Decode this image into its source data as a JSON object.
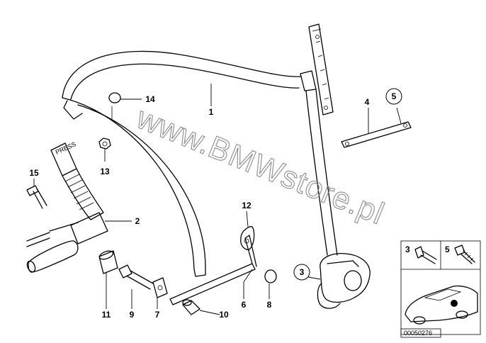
{
  "watermark": "www.BMWstore.pl",
  "reference": "00050276",
  "buckle_text": "PRESS",
  "callouts": [
    {
      "id": "c1",
      "label": "1",
      "circled": false
    },
    {
      "id": "c2",
      "label": "2",
      "circled": false
    },
    {
      "id": "c3",
      "label": "3",
      "circled": true
    },
    {
      "id": "c4",
      "label": "4",
      "circled": false
    },
    {
      "id": "c5",
      "label": "5",
      "circled": true
    },
    {
      "id": "c6",
      "label": "6",
      "circled": false
    },
    {
      "id": "c7",
      "label": "7",
      "circled": false
    },
    {
      "id": "c8",
      "label": "8",
      "circled": false
    },
    {
      "id": "c9",
      "label": "9",
      "circled": false
    },
    {
      "id": "c10",
      "label": "10",
      "circled": false
    },
    {
      "id": "c11",
      "label": "11",
      "circled": false
    },
    {
      "id": "c12",
      "label": "12",
      "circled": false
    },
    {
      "id": "c13",
      "label": "13",
      "circled": false
    },
    {
      "id": "c14",
      "label": "14",
      "circled": false
    },
    {
      "id": "c15",
      "label": "15",
      "circled": false
    }
  ],
  "inset": {
    "labels": [
      "3",
      "5"
    ]
  }
}
